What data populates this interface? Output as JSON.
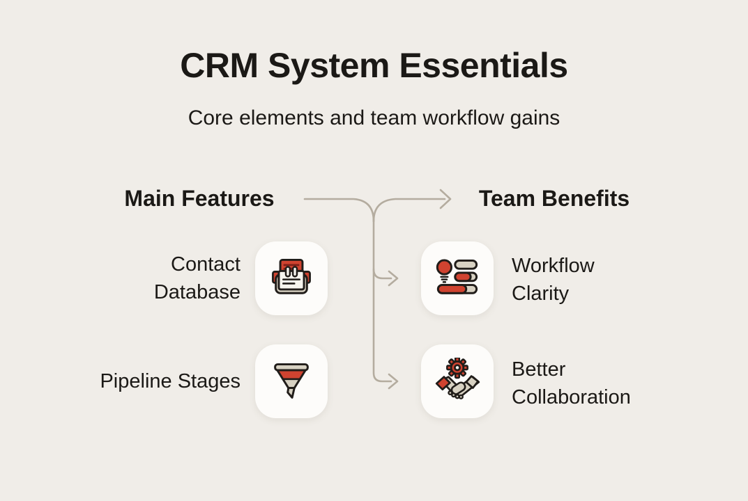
{
  "colors": {
    "bg": "#f0ede8",
    "text": "#1b1916",
    "connector": "#b4ac9f",
    "tile": "#fdfcfa",
    "accent_red": "#d04330",
    "dark_red": "#7c2018",
    "tan": "#d8d2c3",
    "card_white": "#f6f4ee",
    "outline": "#211d1a"
  },
  "header": {
    "title": "CRM System Essentials",
    "subtitle": "Core elements and team workflow gains"
  },
  "columns": {
    "left": {
      "heading": "Main Features",
      "items": [
        {
          "label": "Contact Database",
          "icon": "card-index-icon"
        },
        {
          "label": "Pipeline Stages",
          "icon": "funnel-icon"
        }
      ]
    },
    "right": {
      "heading": "Team Benefits",
      "items": [
        {
          "label": "Workflow Clarity",
          "icon": "lightbulb-progress-icon"
        },
        {
          "label": "Better Collaboration",
          "icon": "gear-handshake-icon"
        }
      ]
    }
  }
}
